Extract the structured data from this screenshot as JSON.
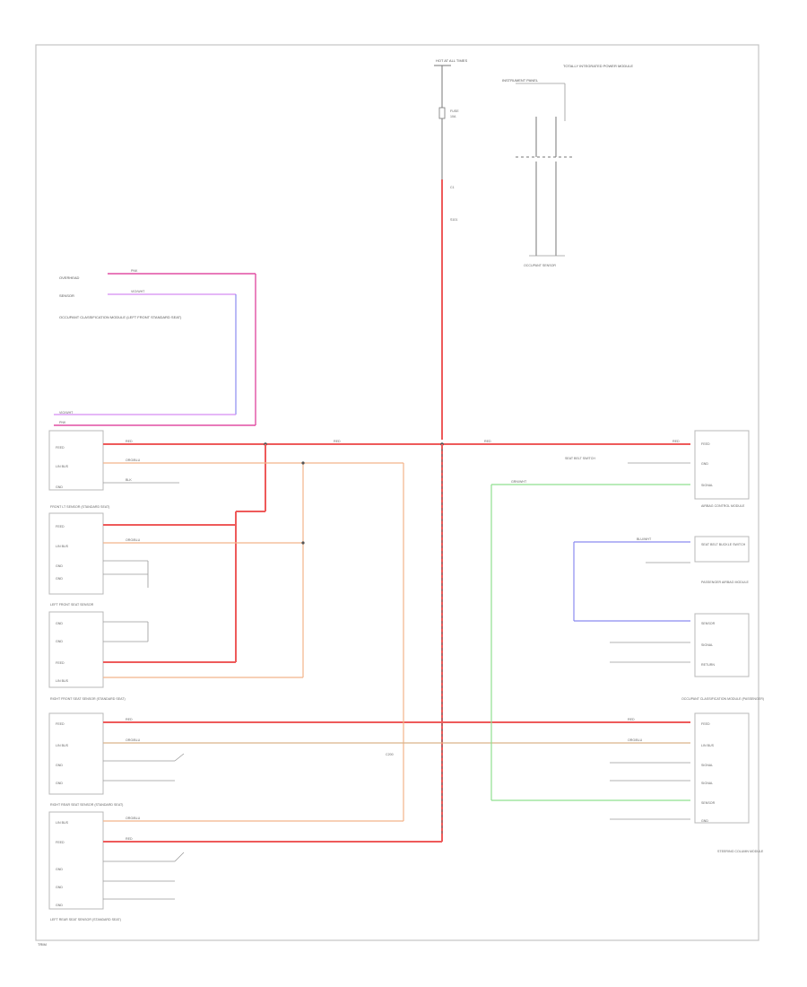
{
  "diagram": {
    "page_label": "TRIM",
    "blocks": {
      "hot_at_all_times": "HOT AT ALL TIMES",
      "top_fuse": "FUSE",
      "top_fuse_amps": "10A",
      "top_connector": "C1",
      "top_splice": "S101",
      "bcm_label": "TOTALLY INTEGRATED POWER MODULE",
      "instrument_label": "INSTRUMENT PANEL",
      "overhead": "OVERHEAD",
      "occupant_sensor": "OCCUPANT SENSOR",
      "lower_connector": "C200",
      "occupant_module_label": "OCCUPANT CLASSIFICATION MODULE (LEFT FRONT STANDARD SEAT)",
      "left_front_seat_label": "FRONT LT SENSOR (STANDARD SEAT)",
      "lf_sensor_label": "LEFT FRONT SEAT SENSOR",
      "rf_sensor_label": "RIGHT FRONT SEAT SENSOR (STANDARD SEAT)",
      "rear_sensor_label": "RIGHT REAR SEAT SENSOR (STANDARD SEAT)",
      "bottom_left_label": "LEFT REAR SEAT SENSOR (STANDARD SEAT)",
      "right_main_label": "AIRBAG CONTROL MODULE",
      "right_mid_label": "SEAT BELT SWITCH",
      "right_mid2_label": "SEAT BELT BUCKLE SWITCH",
      "right_mid3_label": "PASSENGER AIRBAG MODULE",
      "right_lower_label": "OCCUPANT CLASSIFICATION MODULE (PASSENGER)",
      "right_bottom_label": "STEERING COLUMN MODULE"
    },
    "pins": {
      "feed": "FEED",
      "lin": "LIN BUS",
      "gnd": "GND",
      "signal": "SIGNAL",
      "return": "RETURN",
      "sensor": "SENSOR"
    },
    "wires": {
      "red": "RED",
      "org": "ORG/BLU",
      "pnk": "PNK",
      "vio": "VIO/WHT",
      "blu": "BLU/WHT",
      "grn": "GRN/WHT",
      "blk": "BLK"
    }
  }
}
